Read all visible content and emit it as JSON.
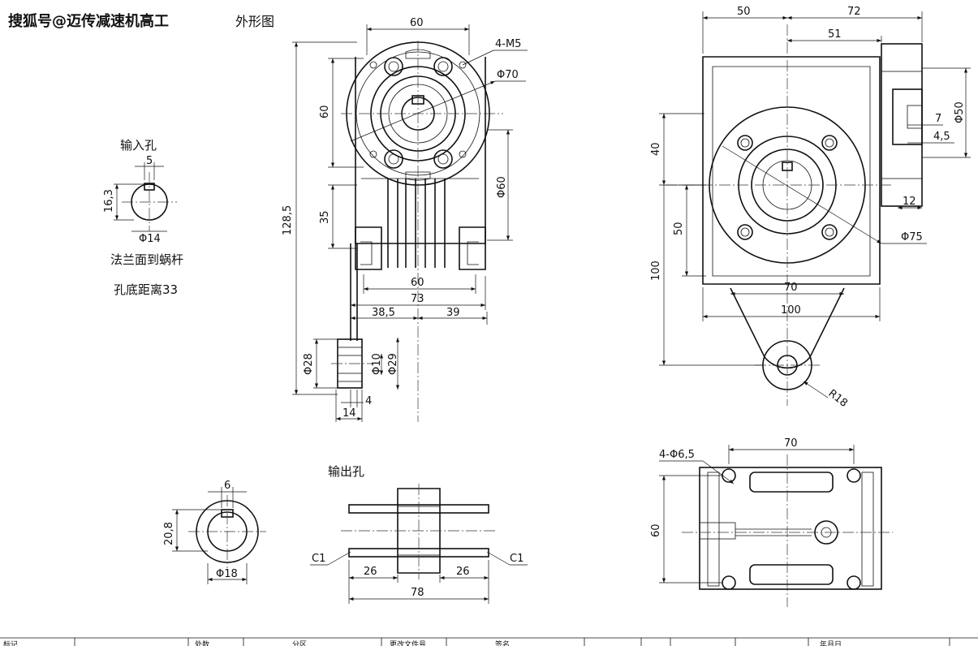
{
  "watermark": {
    "source": "搜狐号@迈传减速机高工",
    "title": "外形图"
  },
  "input_hole": {
    "label": "输入孔",
    "key_width": "5",
    "height": "16,3",
    "diameter": "Φ14",
    "note_line1": "法兰面到蜗杆",
    "note_line2": "孔底距离33"
  },
  "side_view": {
    "top_width": "60",
    "bolt_label": "4-M5",
    "flange_dia": "Φ70",
    "upper_height": "60",
    "total_height": "128,5",
    "mid_height": "35",
    "body_dia": "Φ60",
    "base_width": "60",
    "overall_width": "73",
    "left_offset": "38,5",
    "right_offset": "39",
    "shaft_dia_outer": "Φ28",
    "shaft_dia_inner": "Φ10",
    "shaft_dia_cap": "Φ29",
    "cap_thk": "4",
    "shaft_len": "14"
  },
  "front_view": {
    "left_w": "50",
    "right_w": "72",
    "inner_w": "51",
    "shaft_dia": "Φ50",
    "d7": "7",
    "d45": "4,5",
    "d12": "12",
    "h40": "40",
    "h50": "50",
    "h100": "100",
    "d75": "Φ75",
    "w70": "70",
    "w100": "100",
    "radius": "R18"
  },
  "output_hole": {
    "label": "输出孔",
    "key_width": "6",
    "height": "20,8",
    "diameter": "Φ18",
    "chamfer_left": "C1",
    "chamfer_right": "C1",
    "seg_left": "26",
    "seg_right": "26",
    "total": "78"
  },
  "top_view": {
    "holes": "4-Φ6,5",
    "width": "70",
    "height": "60"
  },
  "title_block": {
    "labels": [
      "标记",
      "处数",
      "分区",
      "更改文件号",
      "签名",
      "年月日"
    ]
  }
}
